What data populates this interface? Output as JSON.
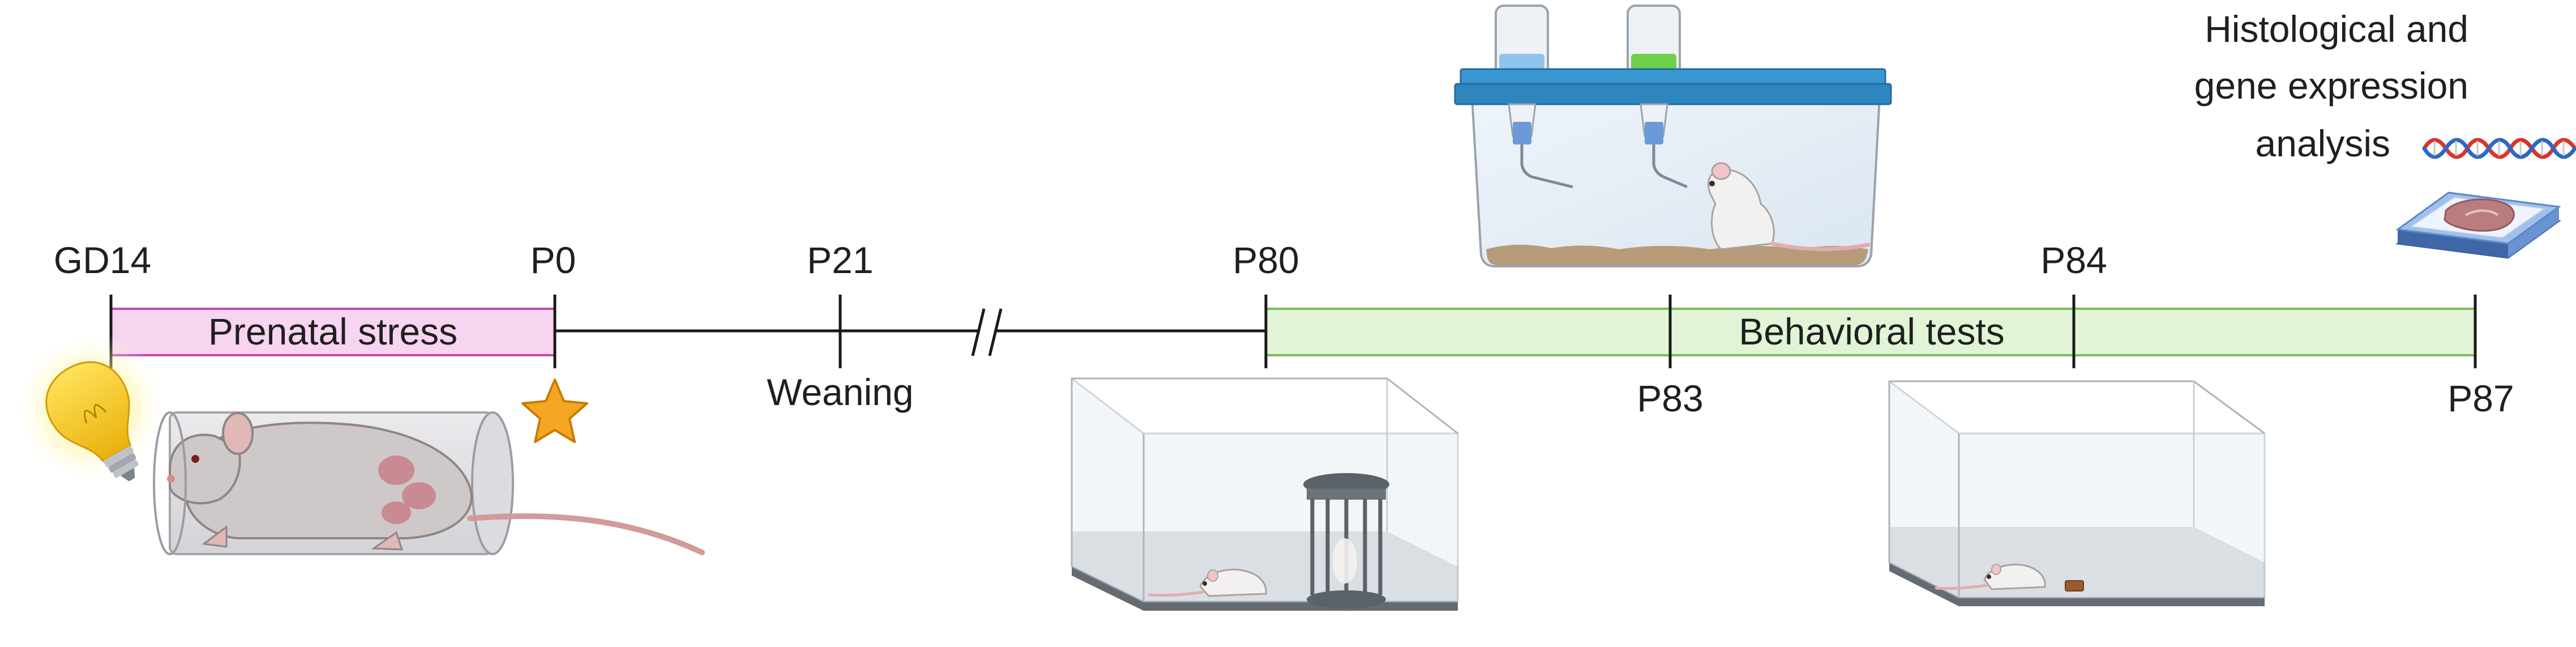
{
  "timeline": {
    "milestones": {
      "gd14": "GD14",
      "p0": "P0",
      "p21": "P21",
      "p80": "P80",
      "p83": "P83",
      "p84": "P84",
      "p87": "P87"
    },
    "phases": {
      "prenatal_stress": "Prenatal stress",
      "behavioral_tests": "Behavioral tests"
    },
    "events": {
      "weaning": "Weaning"
    }
  },
  "analysis": {
    "line1": "Histological and",
    "line2": "gene expression",
    "line3": "analysis"
  },
  "colors": {
    "prenatal_bar": "#f7d4ef",
    "prenatal_border": "#c54aa8",
    "behavior_bar": "#e1f5d6",
    "behavior_border": "#7cbd5a",
    "timeline": "#1a1a1a",
    "star": "#f5a623",
    "bulb": "#f6c616",
    "cage_lid": "#3a98d2",
    "water_blue": "#8fc4ee",
    "water_green": "#6fd04a",
    "bedding": "#b79a7a",
    "dna_red": "#d9342b",
    "dna_blue": "#2e67c5",
    "tissue": "#b97d80",
    "slide": "#5b86c9"
  },
  "icons": [
    "light-bulb-icon",
    "restrained-rat-icon",
    "star-icon",
    "two-bottle-cage-icon",
    "social-interaction-arena-icon",
    "open-field-arena-icon",
    "dna-icon",
    "tissue-slide-icon"
  ]
}
